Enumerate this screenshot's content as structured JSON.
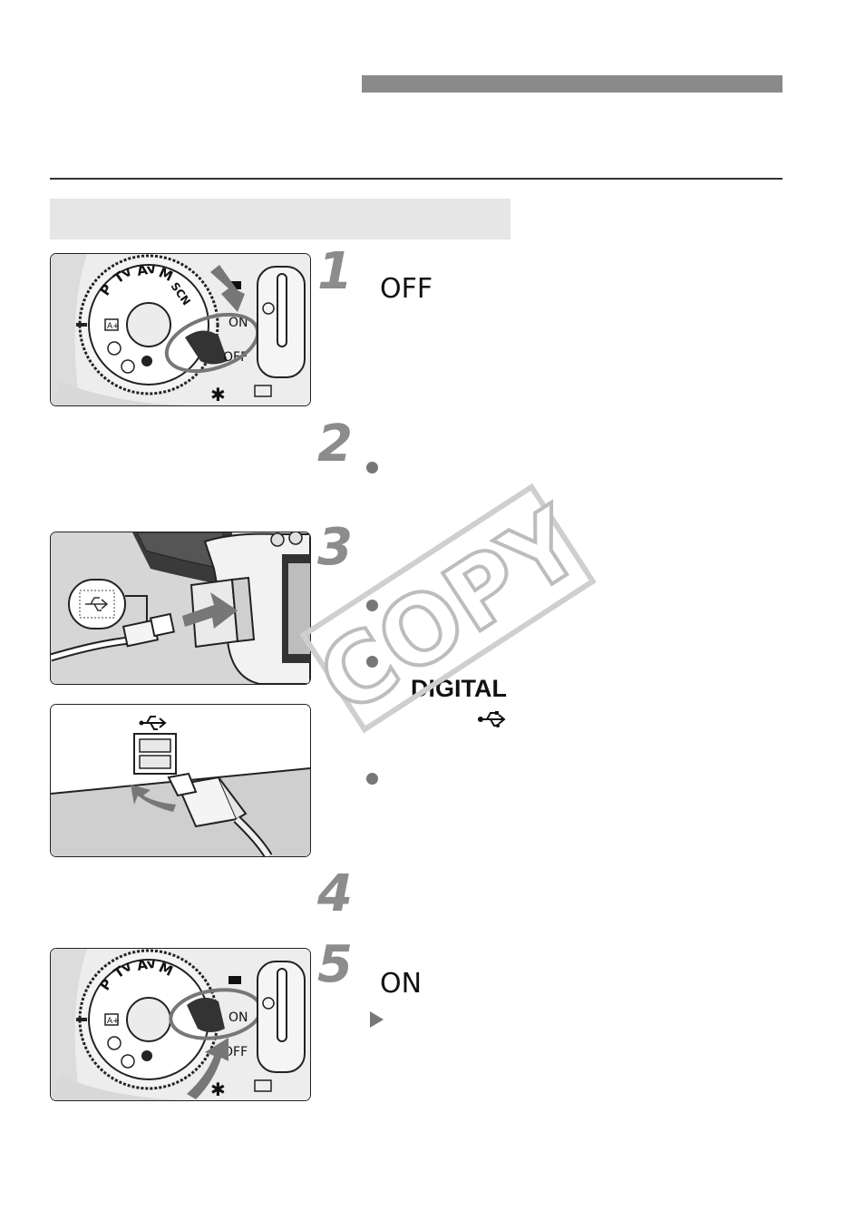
{
  "steps": {
    "s1": {
      "number": "1",
      "switch_label": "OFF"
    },
    "s2": {
      "number": "2"
    },
    "s3": {
      "number": "3",
      "terminal_label": "DIGITAL"
    },
    "s4": {
      "number": "4"
    },
    "s5": {
      "number": "5",
      "switch_label": "ON"
    }
  },
  "illustrations": {
    "dial": {
      "modes": [
        "P",
        "Tv",
        "Av",
        "M",
        "SCN"
      ],
      "switch_on": "ON",
      "switch_off": "OFF",
      "creative_auto": "A+"
    }
  },
  "watermark": {
    "text": "COPY"
  },
  "colors": {
    "header_bar": "#8a8a8a",
    "section_band": "#e6e6e6",
    "step_number": "#8c8c8c",
    "highlight": "#777777"
  },
  "icons": [
    "usb-icon",
    "arrow-icon",
    "bullet-icon",
    "result-triangle-icon"
  ]
}
